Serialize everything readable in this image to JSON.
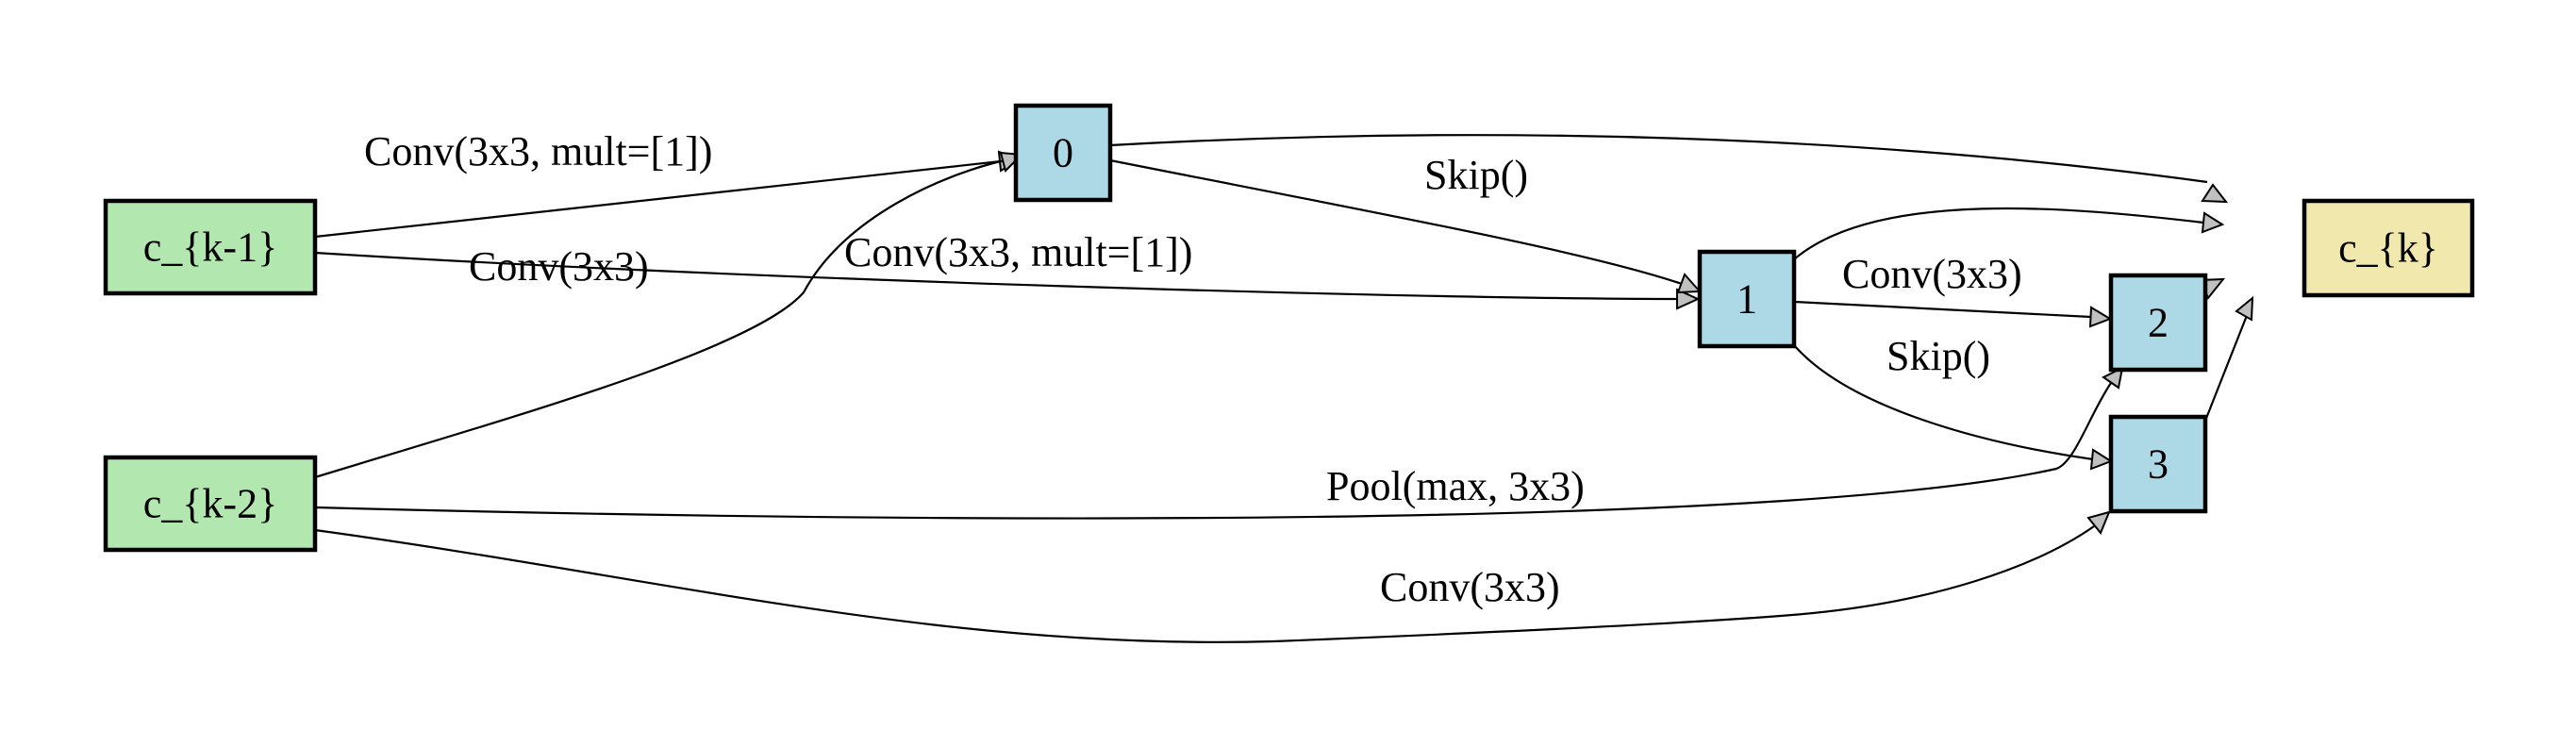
{
  "colors": {
    "input_node": "#b2e8b0",
    "intermediate_node": "#add8e6",
    "output_node": "#f0e8ac",
    "edge": "#000000",
    "arrowhead": "#c0c0c0"
  },
  "nodes": {
    "ck1": {
      "label": "c_{k-1}",
      "role": "input"
    },
    "ck2": {
      "label": "c_{k-2}",
      "role": "input"
    },
    "n0": {
      "label": "0",
      "role": "intermediate"
    },
    "n1": {
      "label": "1",
      "role": "intermediate"
    },
    "n2": {
      "label": "2",
      "role": "intermediate"
    },
    "n3": {
      "label": "3",
      "role": "intermediate"
    },
    "ck": {
      "label": "c_{k}",
      "role": "output"
    }
  },
  "edges": {
    "ck1_to_0": {
      "from": "c_{k-1}",
      "to": "0",
      "label": "Conv(3x3, mult=[1])"
    },
    "ck1_to_1": {
      "from": "c_{k-1}",
      "to": "1",
      "label": "Conv(3x3)"
    },
    "ck2_to_0": {
      "from": "c_{k-2}",
      "to": "0",
      "label": "Conv(3x3, mult=[1])"
    },
    "n0_to_1": {
      "from": "0",
      "to": "1",
      "label": "Skip()"
    },
    "n1_to_2": {
      "from": "1",
      "to": "2",
      "label": "Conv(3x3)"
    },
    "n1_to_3": {
      "from": "1",
      "to": "3",
      "label": "Skip()"
    },
    "ck2_to_2": {
      "from": "c_{k-2}",
      "to": "2",
      "label": "Pool(max, 3x3)"
    },
    "ck2_to_3": {
      "from": "c_{k-2}",
      "to": "3",
      "label": "Conv(3x3)"
    },
    "n0_to_ck": {
      "from": "0",
      "to": "c_{k}",
      "label": ""
    },
    "n1_to_ck": {
      "from": "1",
      "to": "c_{k}",
      "label": ""
    },
    "n2_to_ck": {
      "from": "2",
      "to": "c_{k}",
      "label": ""
    },
    "n3_to_ck": {
      "from": "3",
      "to": "c_{k}",
      "label": ""
    }
  }
}
